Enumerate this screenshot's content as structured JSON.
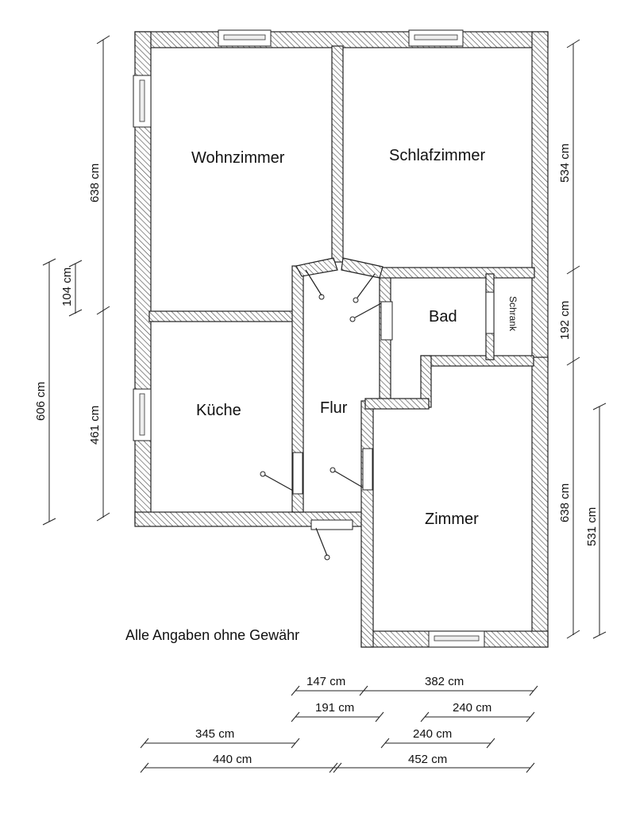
{
  "rooms": {
    "wohnzimmer": "Wohnzimmer",
    "schlafzimmer": "Schlafzimmer",
    "bad": "Bad",
    "schrank": "Schrank",
    "kueche": "Küche",
    "flur": "Flur",
    "zimmer": "Zimmer"
  },
  "note": "Alle Angaben ohne Gewähr",
  "dimensions": {
    "left_638": "638 cm",
    "left_104": "104 cm",
    "left_606": "606 cm",
    "left_461": "461 cm",
    "right_534": "534 cm",
    "right_192": "192 cm",
    "right_638": "638 cm",
    "right_531": "531 cm",
    "bottom_147": "147 cm",
    "bottom_382": "382 cm",
    "bottom_191": "191 cm",
    "bottom_240a": "240 cm",
    "bottom_345": "345 cm",
    "bottom_240b": "240 cm",
    "bottom_440": "440 cm",
    "bottom_452": "452 cm"
  }
}
